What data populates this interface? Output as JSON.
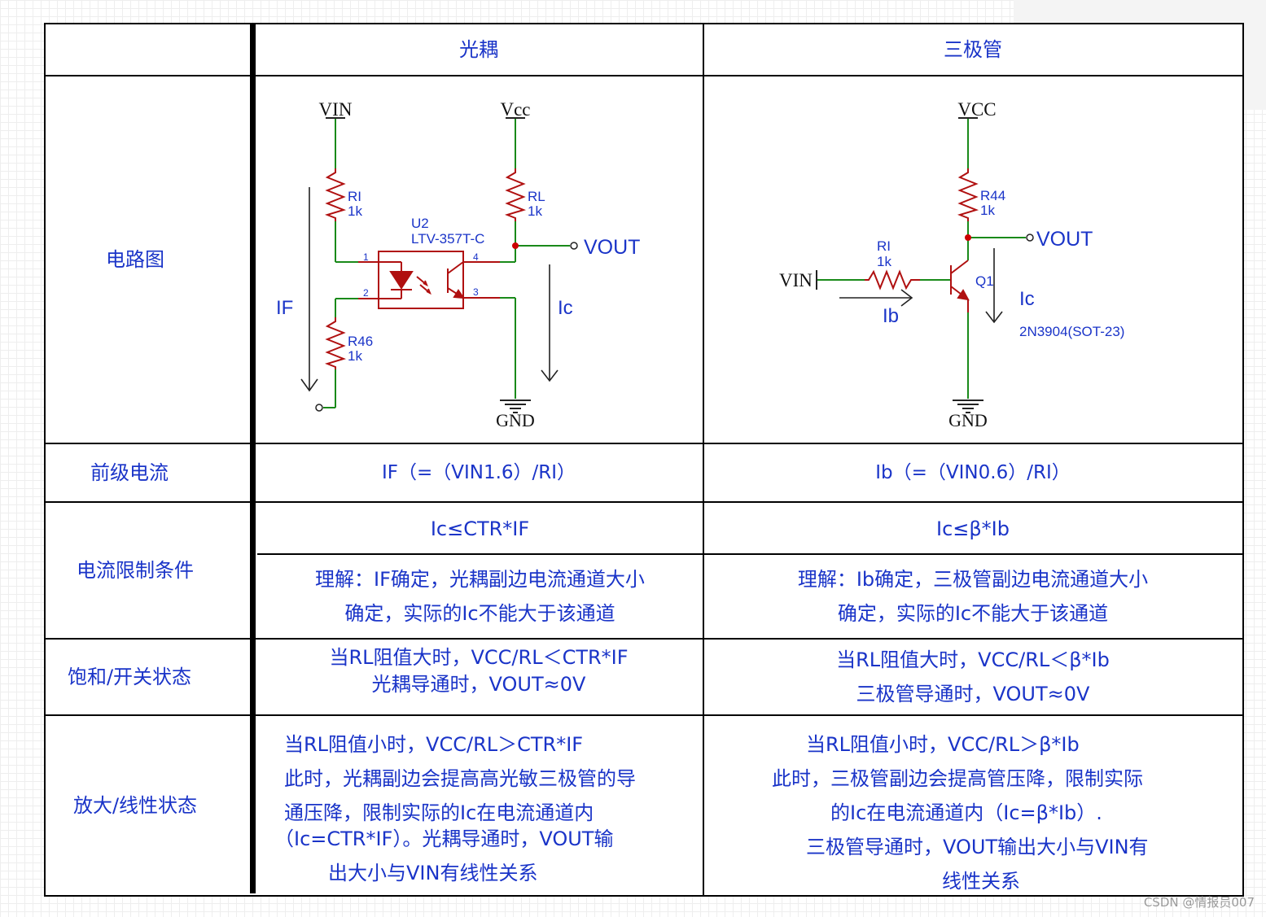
{
  "table": {
    "header": {
      "col_optocoupler": "光耦",
      "col_transistor": "三极管"
    },
    "rows": {
      "circuit": {
        "label": "电路图"
      },
      "input_current": {
        "label": "前级电流",
        "optocoupler": "IF（=（VIN1.6）/RI）",
        "transistor": "Ib（=（VIN0.6）/RI）"
      },
      "current_limit": {
        "label": "电流限制条件",
        "optocoupler_formula": "Ic≤CTR*IF",
        "transistor_formula": "Ic≤β*Ib",
        "optocoupler_note": [
          "理解：IF确定，光耦副边电流通道大小",
          "确定，实际的Ic不能大于该通道"
        ],
        "transistor_note": [
          "理解：Ib确定，三极管副边电流通道大小",
          "确定，实际的Ic不能大于该通道"
        ]
      },
      "saturation": {
        "label": "饱和/开关状态",
        "optocoupler": [
          "当RL阻值大时，VCC/RL＜CTR*IF",
          "光耦导通时，VOUT≈0V"
        ],
        "transistor": [
          "当RL阻值大时，VCC/RL＜β*Ib",
          "三极管导通时，VOUT≈0V"
        ]
      },
      "amplification": {
        "label": "放大/线性状态",
        "optocoupler": [
          "当RL阻值小时，VCC/RL＞CTR*IF",
          "此时，光耦副边会提高高光敏三极管的导",
          "通压降，限制实际的Ic在电流通道内",
          "（Ic=CTR*IF）。光耦导通时，VOUT输",
          "出大小与VIN有线性关系"
        ],
        "transistor": [
          "当RL阻值小时，VCC/RL＞β*Ib",
          "此时，三极管副边会提高管压降，限制实际",
          "的Ic在电流通道内（Ic=β*Ib）.",
          "三极管导通时，VOUT输出大小与VIN有",
          "线性关系"
        ]
      }
    }
  },
  "opto_schematic": {
    "vin": "VIN",
    "vcc": "Vcc",
    "gnd": "GND",
    "ri_name": "RI",
    "ri_value": "1k",
    "rl_name": "RL",
    "rl_value": "1k",
    "r46_name": "R46",
    "r46_value": "1k",
    "u2_ref": "U2",
    "u2_part": "LTV-357T-C",
    "pin1": "1",
    "pin2": "2",
    "pin3": "3",
    "pin4": "4",
    "vout": "VOUT",
    "if_label": "IF",
    "ic_label": "Ic"
  },
  "bjt_schematic": {
    "vcc": "VCC",
    "gnd": "GND",
    "vin": "VIN",
    "r44_name": "R44",
    "r44_value": "1k",
    "ri_name": "RI",
    "ri_value": "1k",
    "q_ref": "Q1",
    "q_part": "2N3904(SOT-23)",
    "vout": "VOUT",
    "ib_label": "Ib",
    "ic_label": "Ic"
  },
  "watermark": "CSDN @情报员007",
  "colors": {
    "text_blue": "#1a34c8",
    "wire_green": "#1a8a1a",
    "component_red": "#b01010",
    "grid": "#eeeeee"
  }
}
